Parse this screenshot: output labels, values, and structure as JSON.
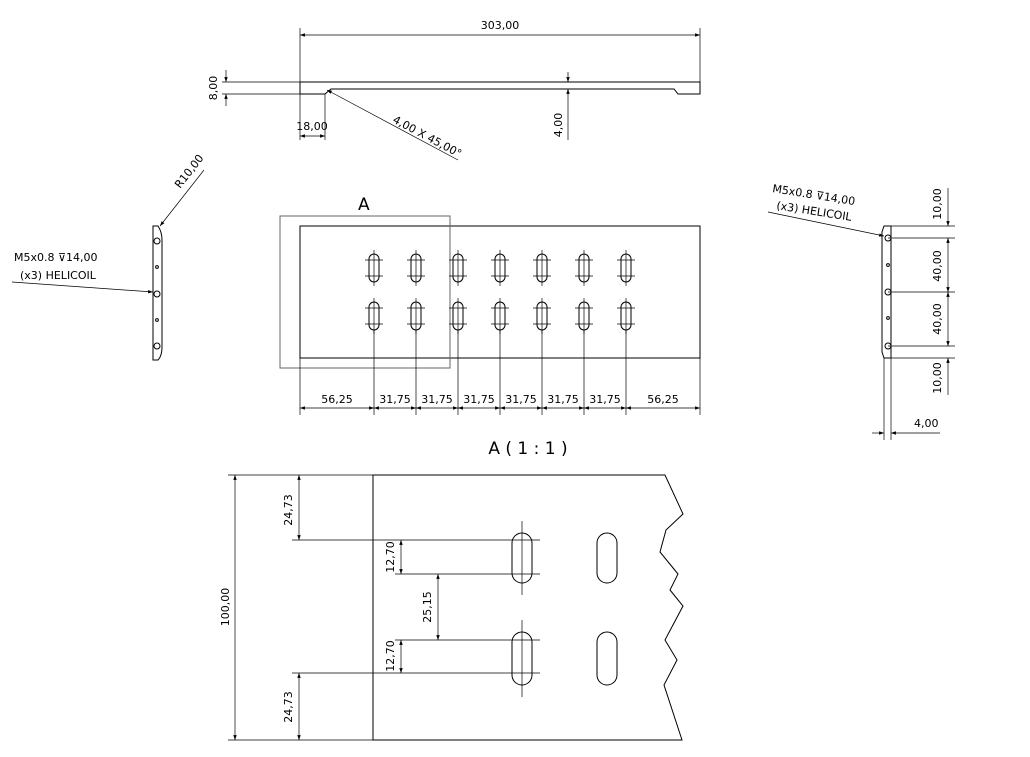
{
  "colors": {
    "line": "#000000",
    "paper": "#ffffff",
    "frame": "#666666"
  },
  "top_view": {
    "length": "303,00",
    "thickness": "8,00",
    "chamfer_length": "18,00",
    "chamfer_note": "4,00 X 45,00°",
    "relief": "4,00"
  },
  "left_view": {
    "radius": "R10,00",
    "thread_line1": "M5x0.8 ⊽14,00",
    "thread_line2": "(x3) HELICOIL"
  },
  "right_view": {
    "thread_line1": "M5x0.8 ⊽14,00",
    "thread_line2": "(x3) HELICOIL",
    "offset_top": "10,00",
    "pitch_1": "40,00",
    "pitch_2": "40,00",
    "offset_bottom": "10,00",
    "thickness": "4,00"
  },
  "front_view": {
    "detail_label": "A",
    "spacing": [
      "56,25",
      "31,75",
      "31,75",
      "31,75",
      "31,75",
      "31,75",
      "31,75",
      "56,25"
    ]
  },
  "detail_view": {
    "title": "A ( 1 : 1 )",
    "height": "100,00",
    "edge_top": "24,73",
    "slot_top": "12,70",
    "slot_gap": "25,15",
    "slot_bottom": "12,70",
    "edge_bottom": "24,73"
  }
}
